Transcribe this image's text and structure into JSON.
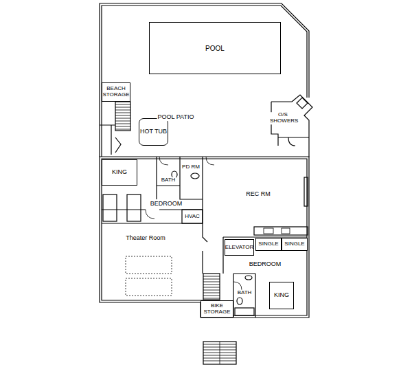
{
  "diagram": {
    "nodes": [
      {
        "text": [
          "POOL"
        ]
      },
      {
        "text": [
          "BEACH STORAGE"
        ]
      },
      {
        "text": [
          "HOT TUB"
        ]
      },
      {
        "text": [
          "KING"
        ]
      },
      {
        "text": [
          "ELEVATOR"
        ]
      },
      {
        "text": [
          "SINGLE"
        ]
      },
      {
        "text": [
          "SINGLE"
        ]
      },
      {
        "text": [
          "KING"
        ]
      },
      {
        "text": [
          "BIKE STORAGE"
        ]
      }
    ],
    "labels": [
      "POOL PATIO",
      "O/S SHOWERS",
      "PD RM",
      "BATH",
      "BEDROOM",
      "REC RM",
      "HVAC",
      "Theater Room",
      "BEDROOM",
      "BATH"
    ]
  }
}
